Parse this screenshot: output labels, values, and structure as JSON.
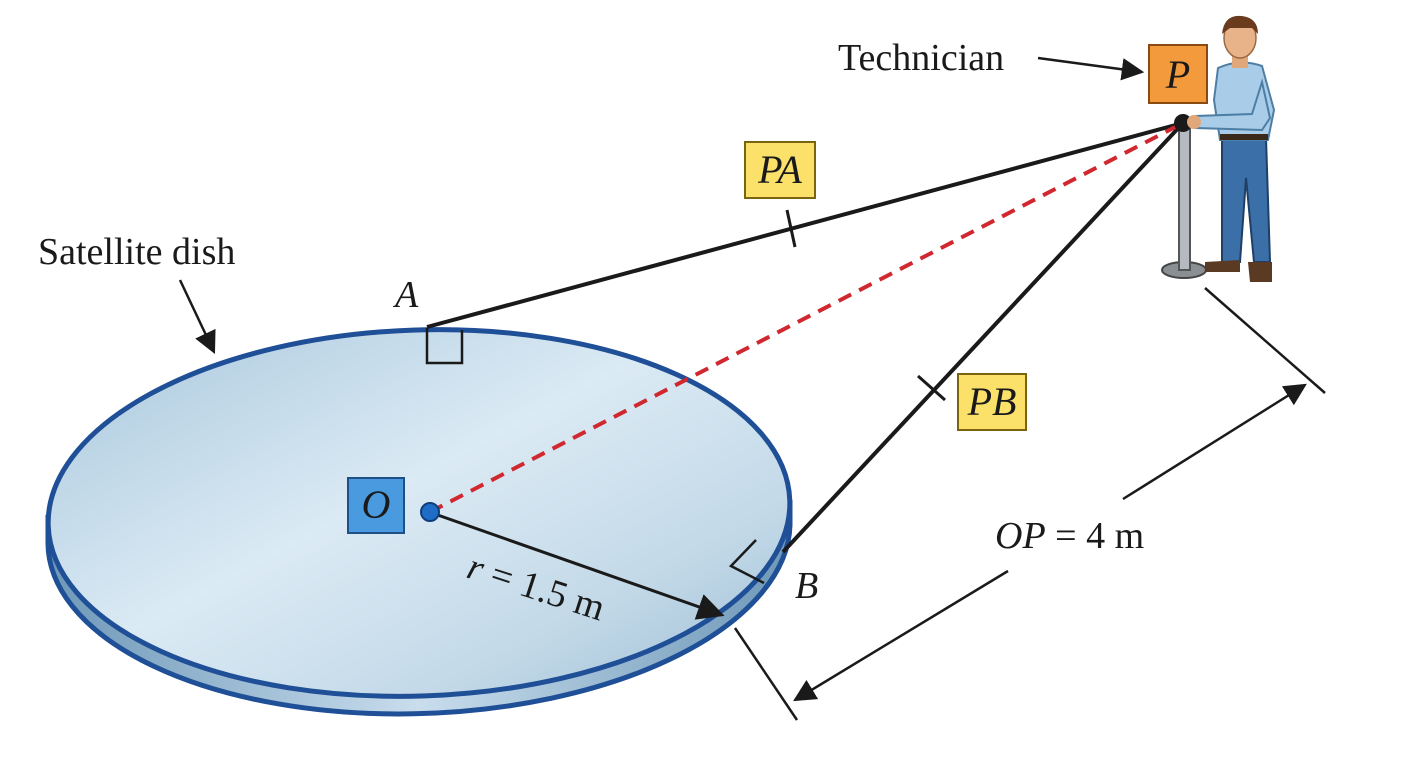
{
  "labels": {
    "technician": "Technician",
    "satellite_dish": "Satellite dish",
    "point_p": "P",
    "point_o": "O",
    "point_a": "A",
    "point_b": "B",
    "segment_pa": "PA",
    "segment_pb": "PB",
    "radius_var": "r",
    "radius_value": " = 1.5 m",
    "distance_var": "OP",
    "distance_value": " = 4 m"
  },
  "colors": {
    "dish_rim": "#1f4f96",
    "dish_fill": "#b9d4e6",
    "dashed_line": "#d0282e",
    "box_p": "#f39a3c",
    "box_yellow": "#fbe06a",
    "box_o": "#4a9ae0",
    "center_dot": "#1e6ec8"
  }
}
